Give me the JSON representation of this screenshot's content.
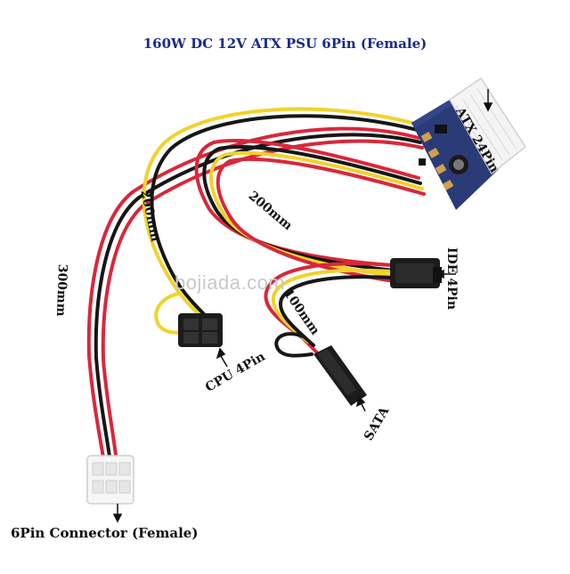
{
  "title": "160W DC 12V ATX PSU 6Pin (Female)",
  "labels": {
    "atx": "ATX 24Pin",
    "ide": "IDE 4Pin",
    "len_200_left": "200mm",
    "len_200_mid": "200mm",
    "len_300": "300mm",
    "len_100": "100mm",
    "cpu": "CPU 4Pin",
    "sata": "SATA",
    "sixpin": "6Pin Connector (Female)"
  },
  "watermark": "bojiada.com",
  "colors": {
    "title": "#1a2a8a",
    "wire_red": "#d8283a",
    "wire_yellow": "#f2d22a",
    "wire_black": "#161616",
    "pcb": "#2a3b78"
  }
}
